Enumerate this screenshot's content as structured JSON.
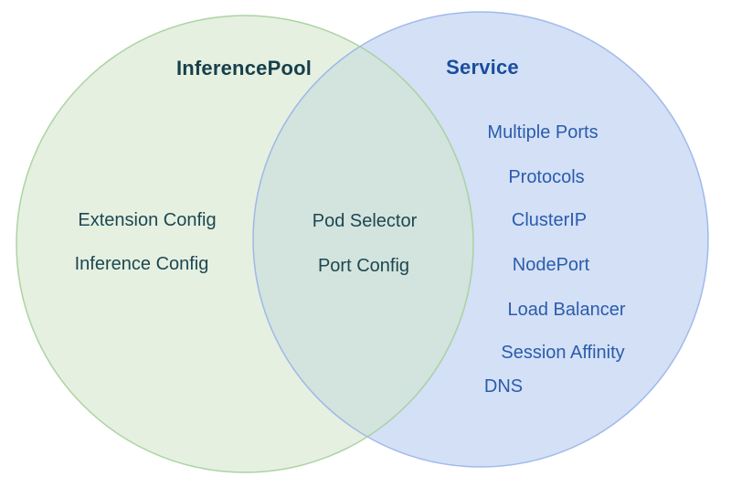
{
  "diagram": {
    "type": "venn",
    "left_circle": {
      "title": "InferencePool",
      "items": [
        "Extension Config",
        "Inference Config"
      ],
      "fill": "#d3e6cb",
      "stroke": "#a3d099",
      "text_color": "#1d4751",
      "title_color": "#173f4a"
    },
    "right_circle": {
      "title": "Service",
      "items": [
        "Multiple Ports",
        "Protocols",
        "ClusterIP",
        "NodePort",
        "Load Balancer",
        "Session Affinity",
        "DNS"
      ],
      "fill": "#afc6ef",
      "stroke": "#8face9",
      "text_color": "#2b5cab",
      "title_color": "#1a4d9c"
    },
    "intersection": {
      "items": [
        "Pod Selector",
        "Port Config"
      ],
      "text_color": "#1d4751"
    }
  }
}
